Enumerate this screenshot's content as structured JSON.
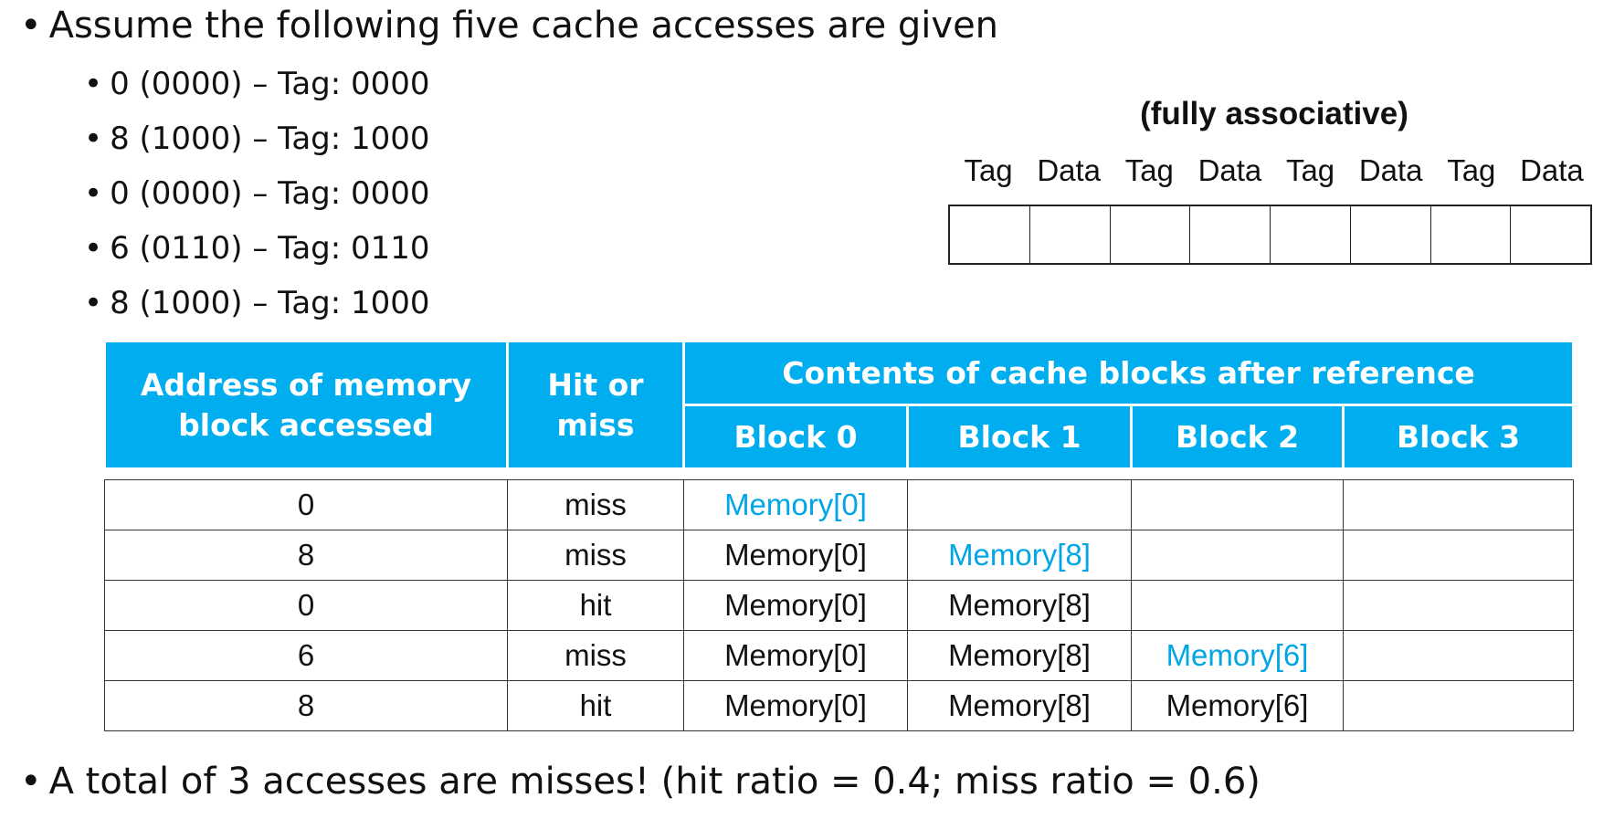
{
  "intro": "Assume the following five cache accesses are given",
  "accesses": [
    "0 (0000) – Tag: 0000",
    "8 (1000) – Tag: 1000",
    "0 (0000) – Tag: 0000",
    "6 (0110) – Tag: 0110",
    "8 (1000) – Tag: 1000"
  ],
  "diagram": {
    "title": "(fully associative)",
    "labels": [
      "Tag",
      "Data",
      "Tag",
      "Data",
      "Tag",
      "Data",
      "Tag",
      "Data"
    ]
  },
  "table": {
    "col_address": "Address of memory block accessed",
    "col_hit": "Hit or miss",
    "col_contents": "Contents of cache blocks after reference",
    "blocks": [
      "Block 0",
      "Block 1",
      "Block 2",
      "Block 3"
    ],
    "rows": [
      {
        "address": "0",
        "result": "miss",
        "blocks": [
          "Memory[0]",
          "",
          "",
          ""
        ],
        "new_block": 0
      },
      {
        "address": "8",
        "result": "miss",
        "blocks": [
          "Memory[0]",
          "Memory[8]",
          "",
          ""
        ],
        "new_block": 1
      },
      {
        "address": "0",
        "result": "hit",
        "blocks": [
          "Memory[0]",
          "Memory[8]",
          "",
          ""
        ],
        "new_block": -1
      },
      {
        "address": "6",
        "result": "miss",
        "blocks": [
          "Memory[0]",
          "Memory[8]",
          "Memory[6]",
          ""
        ],
        "new_block": 2
      },
      {
        "address": "8",
        "result": "hit",
        "blocks": [
          "Memory[0]",
          "Memory[8]",
          "Memory[6]",
          ""
        ],
        "new_block": -1
      }
    ]
  },
  "conclusion": "A total of 3 accesses are misses! (hit ratio = 0.4; miss ratio = 0.6)",
  "colors": {
    "header_bg": "#00aeef",
    "new_entry": "#00a6e6"
  }
}
